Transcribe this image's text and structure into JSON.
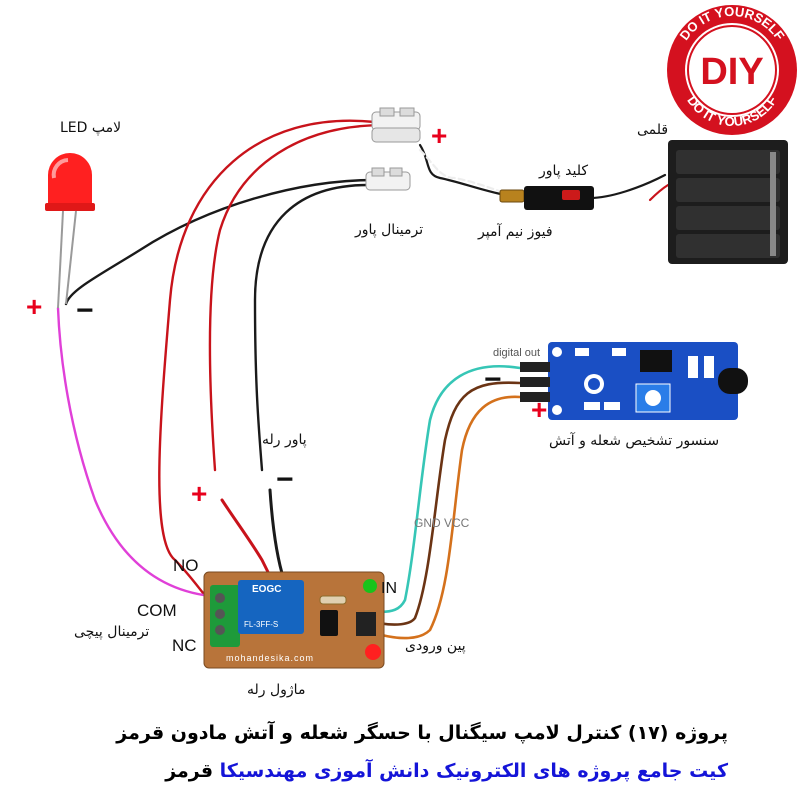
{
  "labels": {
    "led": "لامپ LED",
    "battery": "قلمی",
    "power_switch": "کلید پاور",
    "power_terminal": "ترمینال پاور",
    "fuse": "فیوز نیم آمپر",
    "relay_power": "پاور رله",
    "flame_sensor": "سنسور تشخیص شعله و آتش",
    "digital_out": "digital out",
    "gnd_vcc": "GND VCC",
    "in": "IN",
    "no": "NO",
    "com": "COM",
    "nc": "NC",
    "screw_terminal": "ترمینال پیچی",
    "input_pin": "پین ورودی",
    "relay_module": "ماژول رله",
    "module_print": "mohandesika.com",
    "relay_brand": "EOGC",
    "relay_model": "FL-3FF-S",
    "plus": "+",
    "minus": "−"
  },
  "logo": {
    "main": "DIY",
    "ring_text": "DO IT YOURSELF",
    "color": "#d4111f"
  },
  "caption": {
    "title": "پروژه (۱۷) کنترل لامپ سیگنال با حسگر شعله و آتش مادون قرمز",
    "subtitle_blue": "کیت جامع پروژه های الکترونیک دانش آموزی مهندسیکا",
    "subtitle_black": "قرمز"
  },
  "colors": {
    "wire_red": "#c8131b",
    "wire_black": "#1a1a1a",
    "wire_magenta": "#e040d8",
    "wire_teal": "#36c6b6",
    "wire_brown": "#6b3414",
    "wire_orange": "#d4711c",
    "sensor_board": "#1a4fc4",
    "led_red": "#ff2020",
    "accent_red": "#e8001c",
    "caption_blue": "#1414d8"
  }
}
